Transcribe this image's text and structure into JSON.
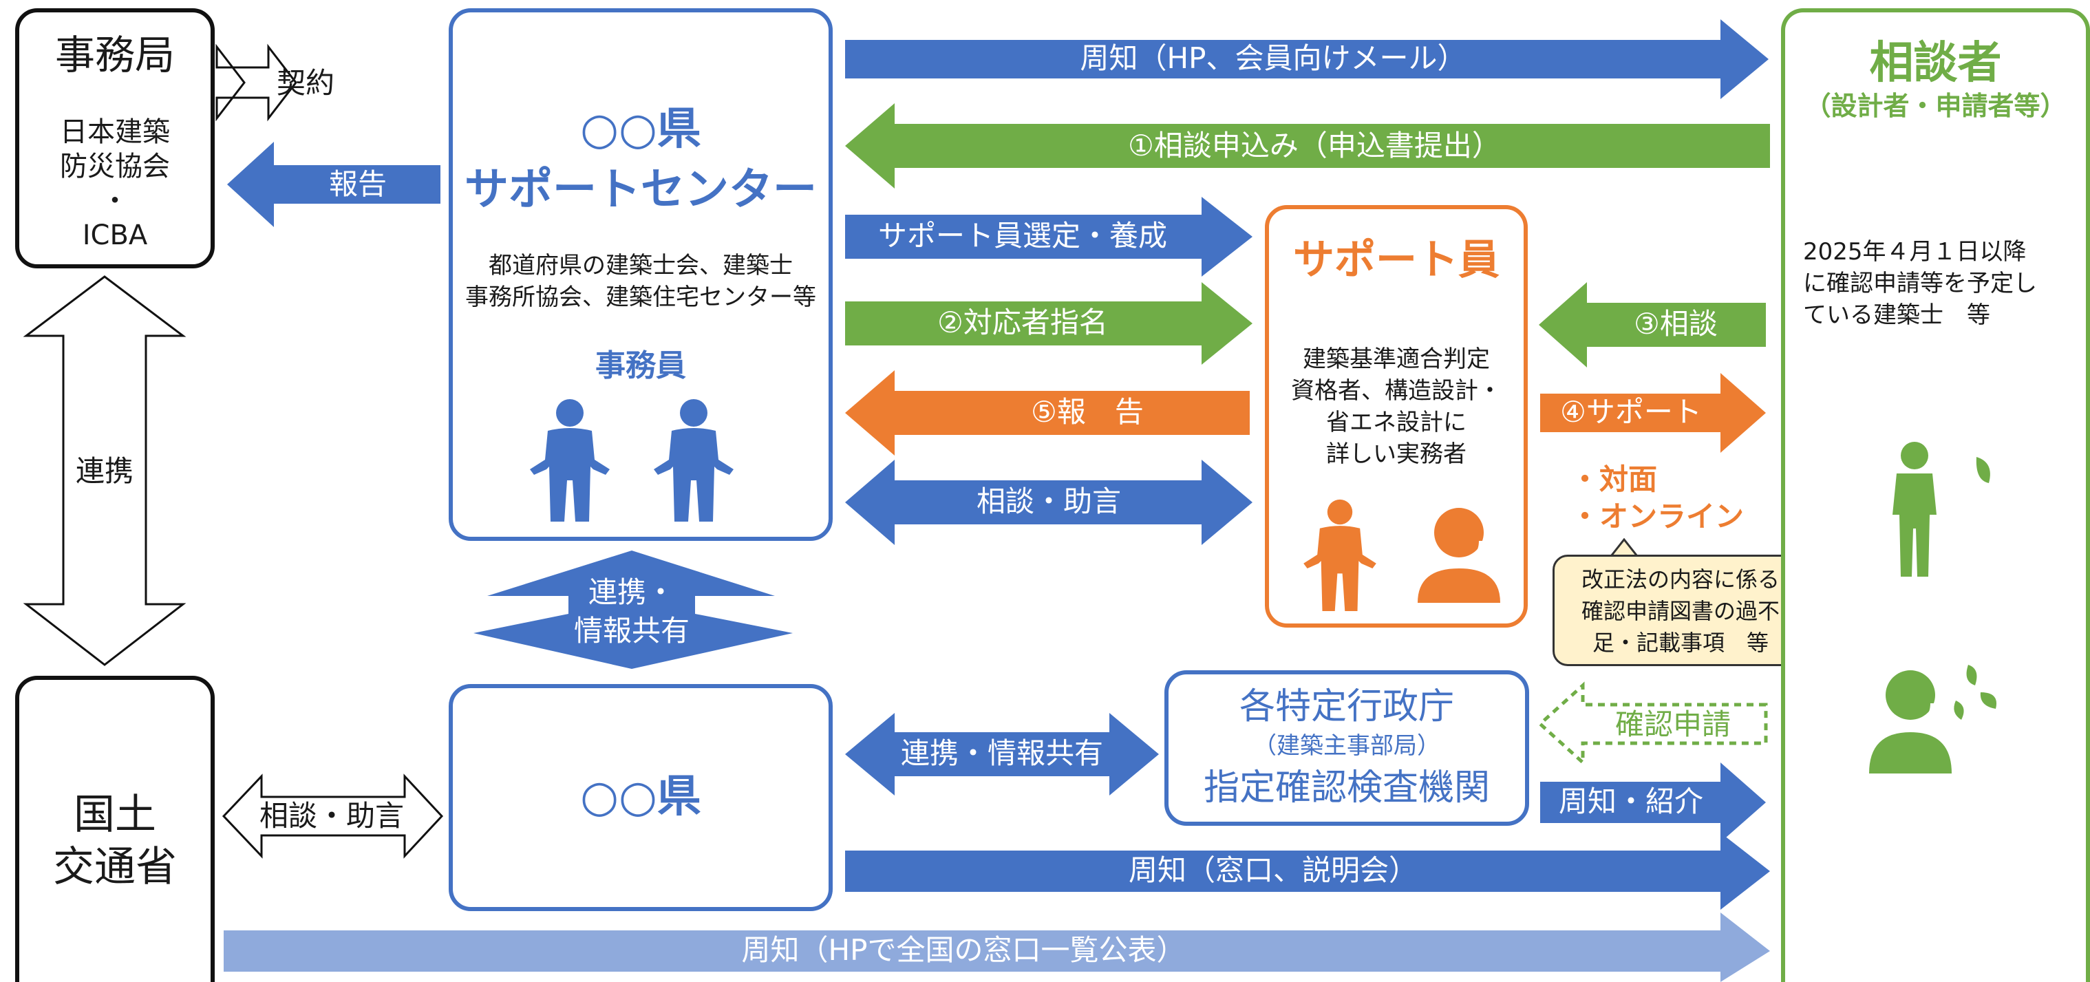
{
  "secretariat": {
    "title": "事務局",
    "org_lines": [
      "日本建築",
      "防災協会",
      "・",
      "ICBA"
    ]
  },
  "mlit": {
    "title_lines": [
      "国土",
      "交通省"
    ]
  },
  "support_center": {
    "title_lines": [
      "○○県",
      "サポートセンター"
    ],
    "desc_lines": [
      "都道府県の建築士会、建築士",
      "事務所協会、建築住宅センター等"
    ],
    "staff_label": "事務員"
  },
  "prefecture": {
    "title": "○○県"
  },
  "supporter": {
    "title": "サポート員",
    "desc_lines": [
      "建築基準適合判定",
      "資格者、構造設計・",
      "省エネ設計に",
      "詳しい実務者"
    ],
    "methods": [
      "・対面",
      "・オンライン"
    ]
  },
  "authority": {
    "line1": "各特定行政庁",
    "line2": "（建築主事部局）",
    "line3": "指定確認検査機関"
  },
  "consultant": {
    "title": "相談者",
    "subtitle": "（設計者・申請者等）",
    "desc_lines": [
      "2025年４月１日以降",
      "に確認申請等を予定し",
      "ている建築士　等"
    ]
  },
  "callout_lines": [
    "改正法の内容に係る",
    "確認申請図書の過不",
    "足・記載事項　等"
  ],
  "arrows": {
    "contract": "契約",
    "report_left": "報告",
    "cooperation": "連携",
    "cooperation_info": [
      "連携・",
      "情報共有"
    ],
    "consult_advice_left": "相談・助言",
    "notice_hp": "周知（HP、会員向けメール）",
    "application": "①相談申込み（申込書提出）",
    "select_train": "サポート員選定・養成",
    "assign": "②対応者指名",
    "report5": "⑤報　告",
    "consult_advice_mid": "相談・助言",
    "consult3": "③相談",
    "support4": "④サポート",
    "cooperation_info2": "連携・情報共有",
    "confirm_apply": "確認申請",
    "notice_intro": "周知・紹介",
    "notice_window": "周知（窓口、説明会）",
    "notice_national": "周知（HPで全国の窓口一覧公表）"
  },
  "colors": {
    "blue": "#4472c4",
    "green": "#70ad47",
    "orange": "#ed7d31",
    "light_blue": "#8faadc",
    "callout_bg": "#fff2cc"
  }
}
